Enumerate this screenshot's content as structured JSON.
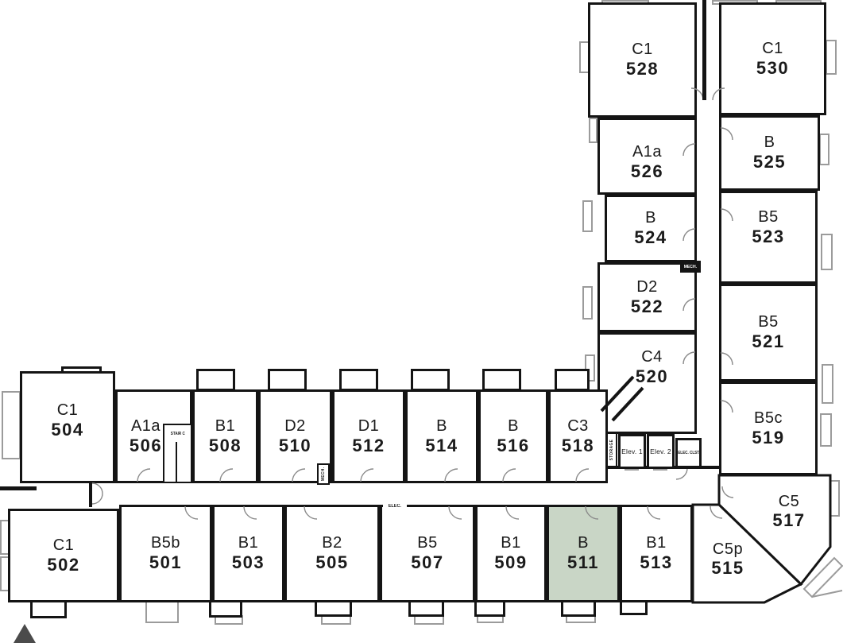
{
  "floorplan": {
    "selected_unit": "511",
    "highlight_color": "#c9d6c6",
    "wall_color": "#141414",
    "units": [
      {
        "type": "C1",
        "number": "528"
      },
      {
        "type": "C1",
        "number": "530"
      },
      {
        "type": "A1a",
        "number": "526"
      },
      {
        "type": "B",
        "number": "525"
      },
      {
        "type": "B",
        "number": "524"
      },
      {
        "type": "B5",
        "number": "523"
      },
      {
        "type": "D2",
        "number": "522"
      },
      {
        "type": "B5",
        "number": "521"
      },
      {
        "type": "C4",
        "number": "520"
      },
      {
        "type": "B5c",
        "number": "519"
      },
      {
        "type": "C5",
        "number": "517"
      },
      {
        "type": "C1",
        "number": "504"
      },
      {
        "type": "A1a",
        "number": "506"
      },
      {
        "type": "B1",
        "number": "508"
      },
      {
        "type": "D2",
        "number": "510"
      },
      {
        "type": "D1",
        "number": "512"
      },
      {
        "type": "B",
        "number": "514"
      },
      {
        "type": "B",
        "number": "516"
      },
      {
        "type": "C3",
        "number": "518"
      },
      {
        "type": "C1",
        "number": "502"
      },
      {
        "type": "B5b",
        "number": "501"
      },
      {
        "type": "B1",
        "number": "503"
      },
      {
        "type": "B2",
        "number": "505"
      },
      {
        "type": "B5",
        "number": "507"
      },
      {
        "type": "B1",
        "number": "509"
      },
      {
        "type": "B",
        "number": "511",
        "selected": true
      },
      {
        "type": "B1",
        "number": "513"
      },
      {
        "type": "C5p",
        "number": "515"
      }
    ],
    "facilities": {
      "elev1": "Elev. 1",
      "elev2": "Elev. 2",
      "elec_clst": "ELEC. CLST.",
      "mech": "MECH.",
      "storage": "STORAGE",
      "stair": "STAIR C",
      "elec": "ELEC."
    }
  }
}
